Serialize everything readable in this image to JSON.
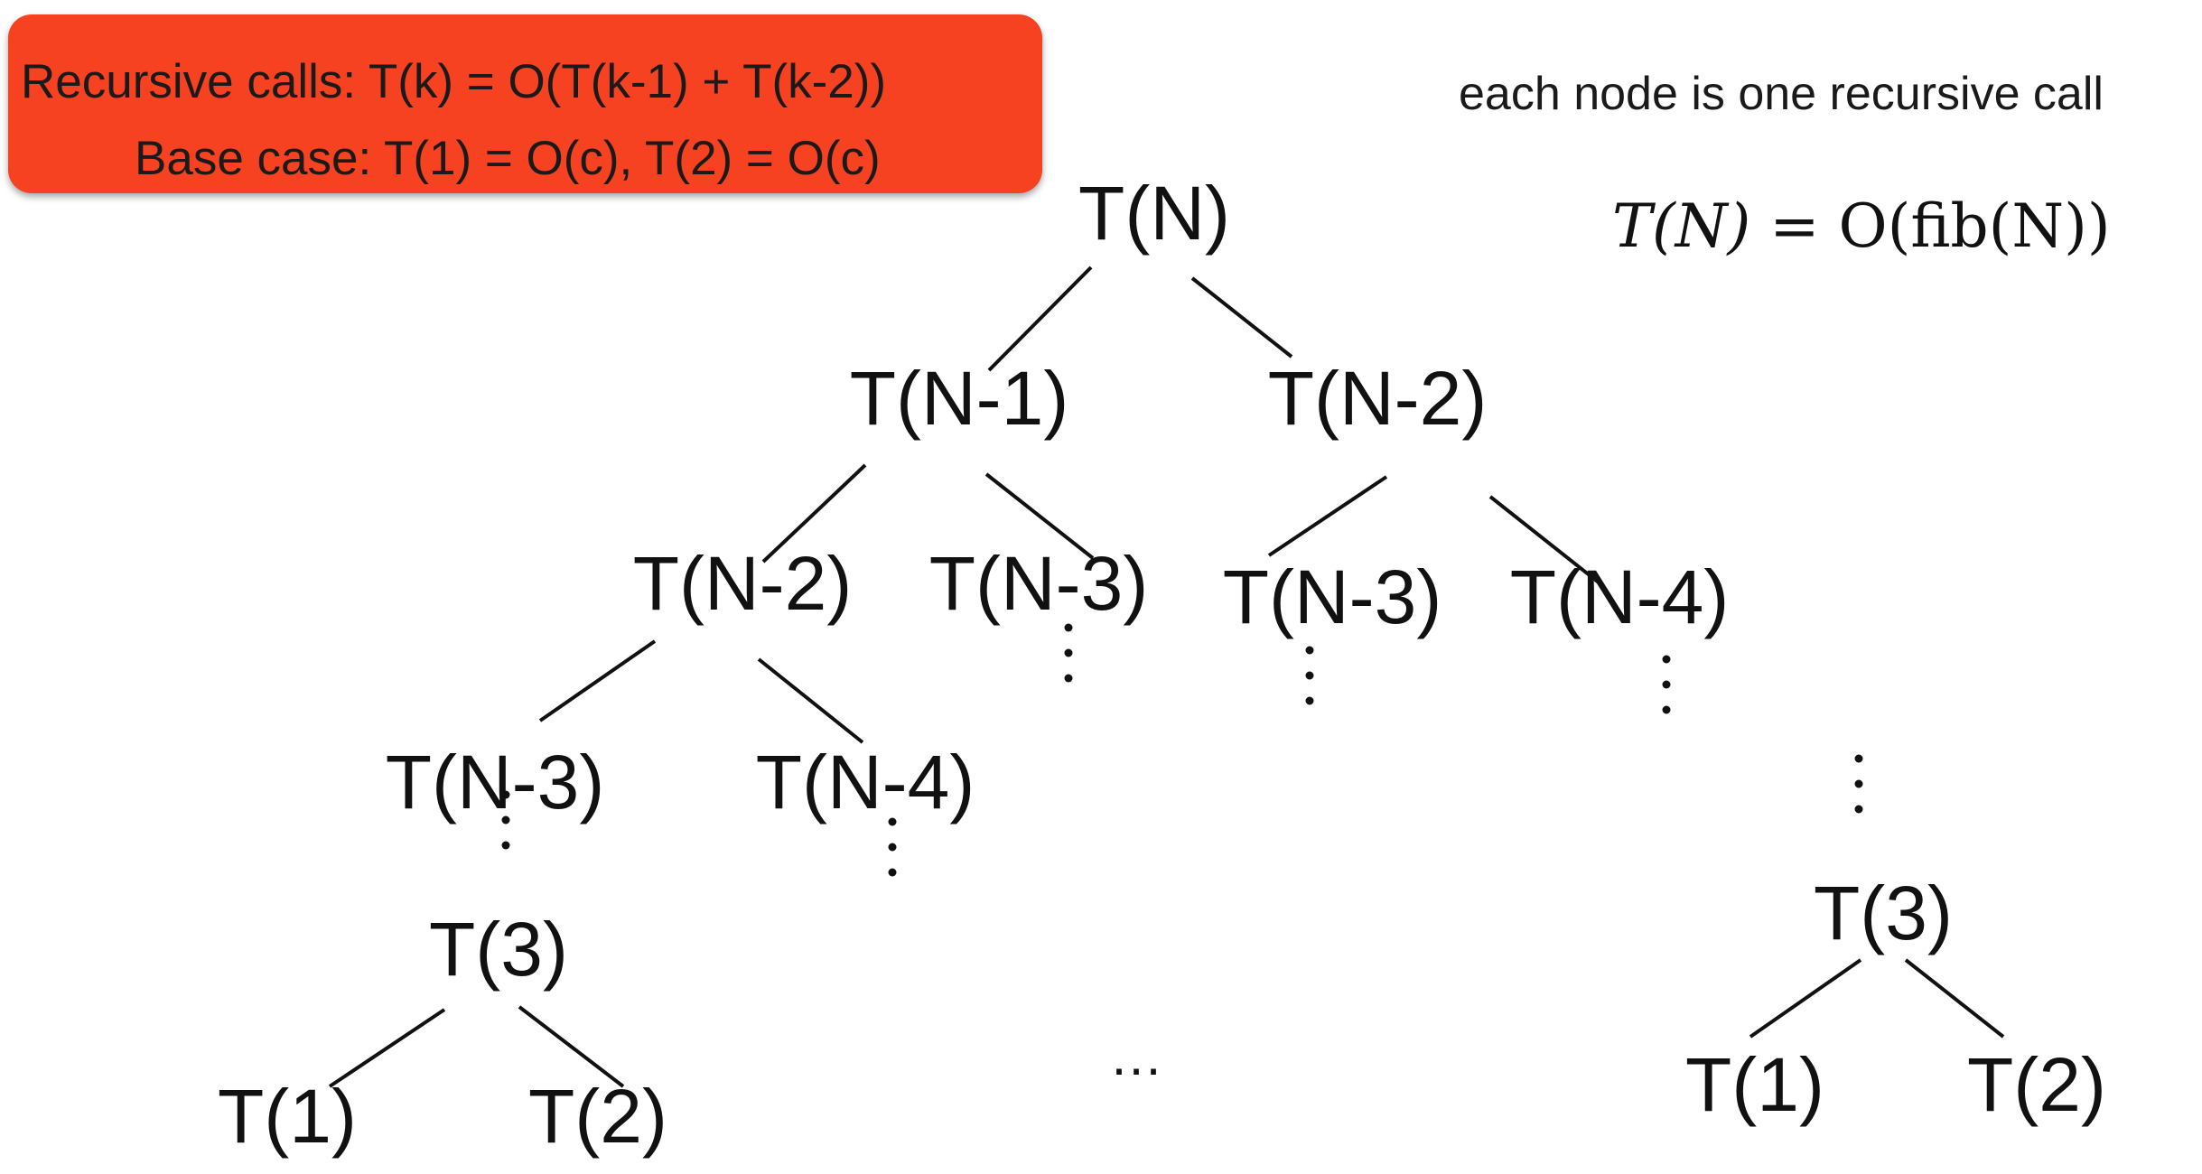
{
  "callout": {
    "recursive_calls": "Recursive calls: T(k) = O(T(k-1) + T(k-2))",
    "base_case": "Base case: T(1) = O(c), T(2) = O(c)"
  },
  "side_note": "each node is one recursive call",
  "formula": {
    "lhs": "T(N)",
    "eq": " = ",
    "rhs": "O(fib(N))"
  },
  "nodes": [
    {
      "id": "root",
      "label": "T(N)"
    },
    {
      "id": "n1",
      "label": "T(N-1)"
    },
    {
      "id": "n2",
      "label": "T(N-2)"
    },
    {
      "id": "n1a",
      "label": "T(N-2)"
    },
    {
      "id": "n1b",
      "label": "T(N-3)"
    },
    {
      "id": "n2a",
      "label": "T(N-3)"
    },
    {
      "id": "n2b",
      "label": "T(N-4)"
    },
    {
      "id": "n1aa",
      "label": "T(N-3)"
    },
    {
      "id": "n1ab",
      "label": "T(N-4)"
    },
    {
      "id": "lt3",
      "label": "T(3)"
    },
    {
      "id": "lt1",
      "label": "T(1)"
    },
    {
      "id": "lt2",
      "label": "T(2)"
    },
    {
      "id": "rt3",
      "label": "T(3)"
    },
    {
      "id": "rt1",
      "label": "T(1)"
    },
    {
      "id": "rt2",
      "label": "T(2)"
    }
  ],
  "edges": [
    [
      "root",
      "n1"
    ],
    [
      "root",
      "n2"
    ],
    [
      "n1",
      "n1a"
    ],
    [
      "n1",
      "n1b"
    ],
    [
      "n2",
      "n2a"
    ],
    [
      "n2",
      "n2b"
    ],
    [
      "n1a",
      "n1aa"
    ],
    [
      "n1a",
      "n1ab"
    ],
    [
      "lt3",
      "lt1"
    ],
    [
      "lt3",
      "lt2"
    ],
    [
      "rt3",
      "rt1"
    ],
    [
      "rt3",
      "rt2"
    ]
  ],
  "continuation": "…"
}
